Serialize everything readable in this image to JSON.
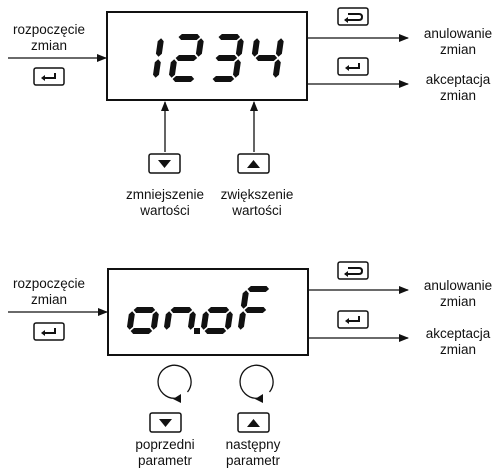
{
  "panel_top": {
    "display_text": "1234",
    "start_label_line1": "rozpoczęcie",
    "start_label_line2": "zmian",
    "cancel_label_line1": "anulowanie",
    "cancel_label_line2": "zmian",
    "accept_label_line1": "akceptacja",
    "accept_label_line2": "zmian",
    "decrease_label_line1": "zmniejszenie",
    "decrease_label_line2": "wartości",
    "increase_label_line1": "zwiększenie",
    "increase_label_line2": "wartości"
  },
  "panel_bottom": {
    "display_text": "on.oF",
    "start_label_line1": "rozpoczęcie",
    "start_label_line2": "zmian",
    "cancel_label_line1": "anulowanie",
    "cancel_label_line2": "zmian",
    "accept_label_line1": "akceptacja",
    "accept_label_line2": "zmian",
    "previous_label_line1": "poprzedni",
    "previous_label_line2": "parametr",
    "next_label_line1": "następny",
    "next_label_line2": "parametr"
  },
  "icons": {
    "enter": "enter-key-icon",
    "escape": "escape-return-icon",
    "down": "down-arrow-key-icon",
    "up": "up-arrow-key-icon",
    "cycle": "cycle-loop-icon"
  },
  "colors": {
    "line": "#111111",
    "background": "#ffffff"
  }
}
